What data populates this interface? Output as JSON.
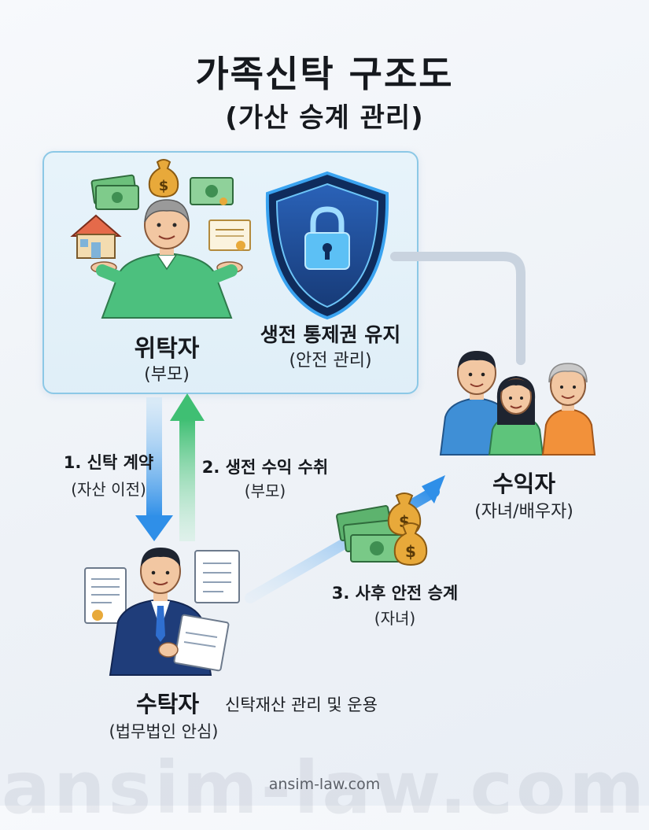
{
  "title": {
    "main": "가족신탁 구조도",
    "sub": "(가산 승계 관리)"
  },
  "settlor": {
    "label": "위탁자",
    "sub": "(부모)"
  },
  "control": {
    "label": "생전 통제권 유지",
    "sub": "(안전 관리)"
  },
  "beneficiary": {
    "label": "수익자",
    "sub": "(자녀/배우자)"
  },
  "trustee": {
    "label": "수탁자",
    "sub": "(법무법인 안심)",
    "role": "신탁재산 관리 및 운용"
  },
  "flows": [
    {
      "label": "1. 신탁 계약",
      "sub": "(자산 이전)",
      "color": "#2f8fe8"
    },
    {
      "label": "2. 생전 수익 수취",
      "sub": "(부모)",
      "color": "#3fbf73"
    },
    {
      "label": "3. 사후 안전 승계",
      "sub": "(자녀)",
      "color": "#2f8fe8"
    }
  ],
  "footer": {
    "watermark": "ansim-law.com",
    "website": "ansim-law.com"
  },
  "colors": {
    "box_border": "#8cc8e6",
    "shield": "#1f4f9c",
    "sweater": "#4cc07e"
  }
}
